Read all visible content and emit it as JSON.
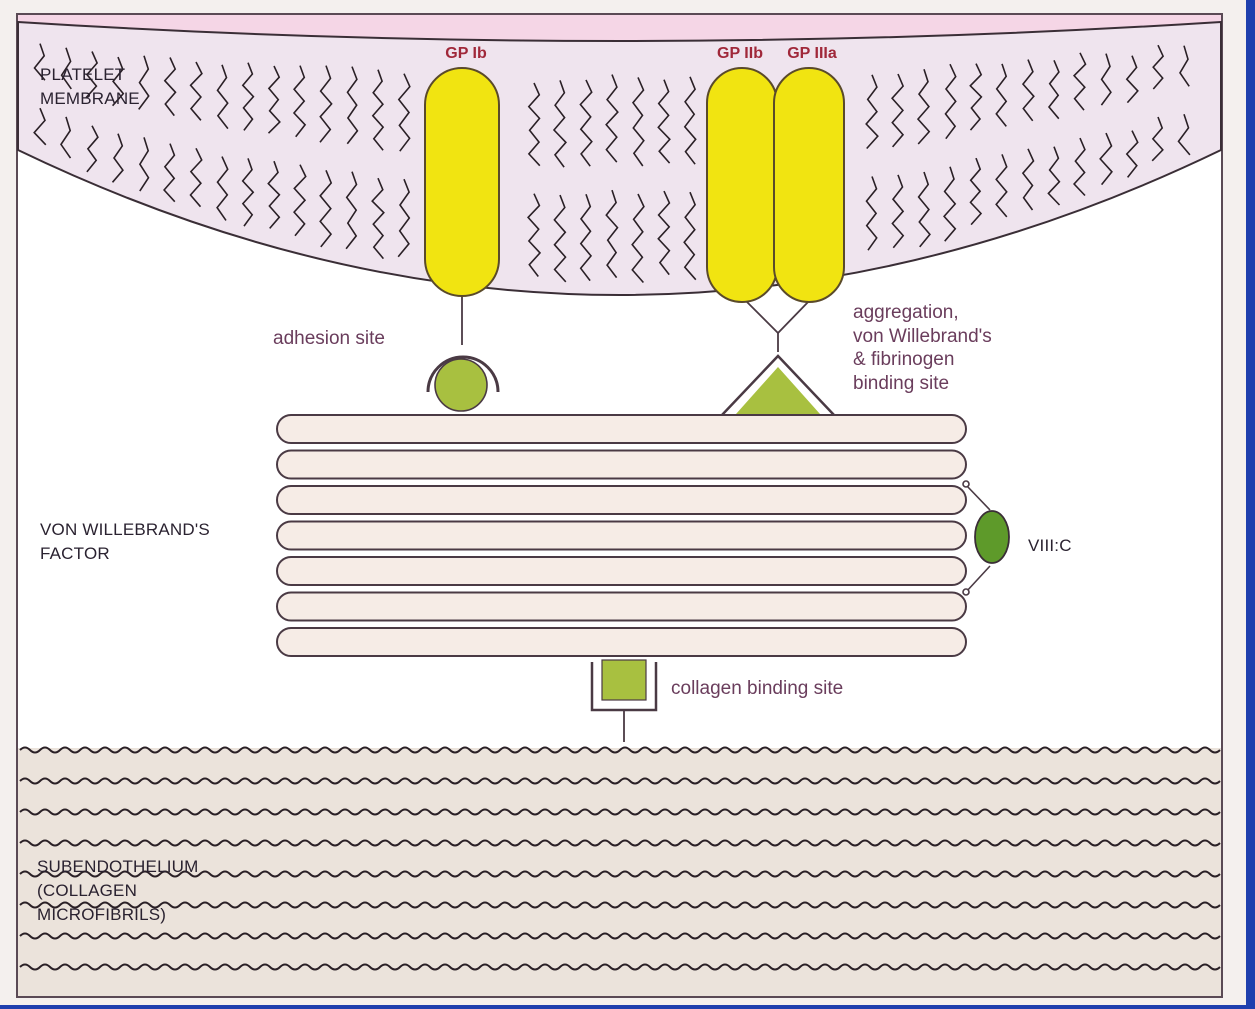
{
  "diagram": {
    "membrane_label": [
      "PLATELET",
      "MEMBRANE"
    ],
    "receptors": {
      "gp_ib": "GP Ib",
      "gp_iib": "GP IIb",
      "gp_iiia": "GP IIIa"
    },
    "adhesion_label": "adhesion site",
    "aggregation_label": [
      "aggregation,",
      "von Willebrand's",
      "& fibrinogen",
      "binding site"
    ],
    "vwf_label": [
      "VON WILLEBRAND'S",
      "FACTOR"
    ],
    "viii_label": "VIII:C",
    "collagen_site_label": "collagen binding site",
    "subendothelium_label": [
      "SUBENDOTHELIUM",
      "(COLLAGEN",
      "MICROFIBRILS)"
    ],
    "vwf_strand_count": 7,
    "collagen_fibril_count": 8
  },
  "colors": {
    "membrane": "#efe4ee",
    "membrane_top": "#f5d6e6",
    "receptor_yellow": "#f1e411",
    "binding_green": "#a8c040",
    "viii_green": "#5e9a2a",
    "strand_fill": "#f6ece6",
    "subendothelium": "#ebe3db",
    "text_label": "#2a2230",
    "text_site": "#6a3d5c",
    "text_gp": "#a0283a",
    "outline": "#3a2e36",
    "frame_bg": "#1f3fae",
    "paper": "#ffffff"
  }
}
